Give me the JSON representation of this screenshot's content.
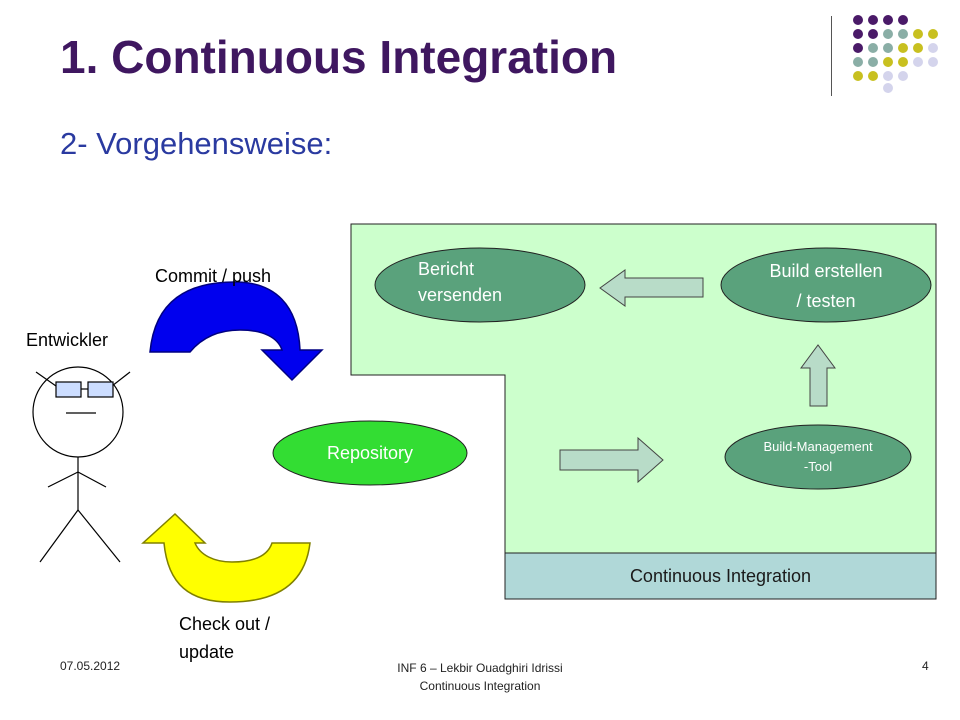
{
  "slide": {
    "title": "1. Continuous Integration",
    "subtitle": "2- Vorgehensweise:"
  },
  "diagram": {
    "developer_label": "Entwickler",
    "commit_label": "Commit / push",
    "checkout_label": "Check out /\nupdate",
    "repository_label": "Repository",
    "report_label": "Bericht\nversenden",
    "build_label": "Build erstellen\n/ testen",
    "build_mgmt_label": "Build-Management\n-Tool",
    "ci_band_label": "Continuous Integration"
  },
  "footer": {
    "date": "07.05.2012",
    "center_line1": "INF 6 – Lekbir Ouadghiri Idrissi",
    "center_line2": "Continuous Integration",
    "page": "4"
  },
  "colors": {
    "title": "#3f1760",
    "subtitle": "#2a3aa0",
    "ci_area": "#ccffcc",
    "ci_band": "#b0d8d8",
    "oval_green": "#5aa27c",
    "repository": "#33dd33",
    "commit_arrow": "#0000ee",
    "checkout_arrow": "#ffff00",
    "block_arrow": "#b8dcc8"
  }
}
